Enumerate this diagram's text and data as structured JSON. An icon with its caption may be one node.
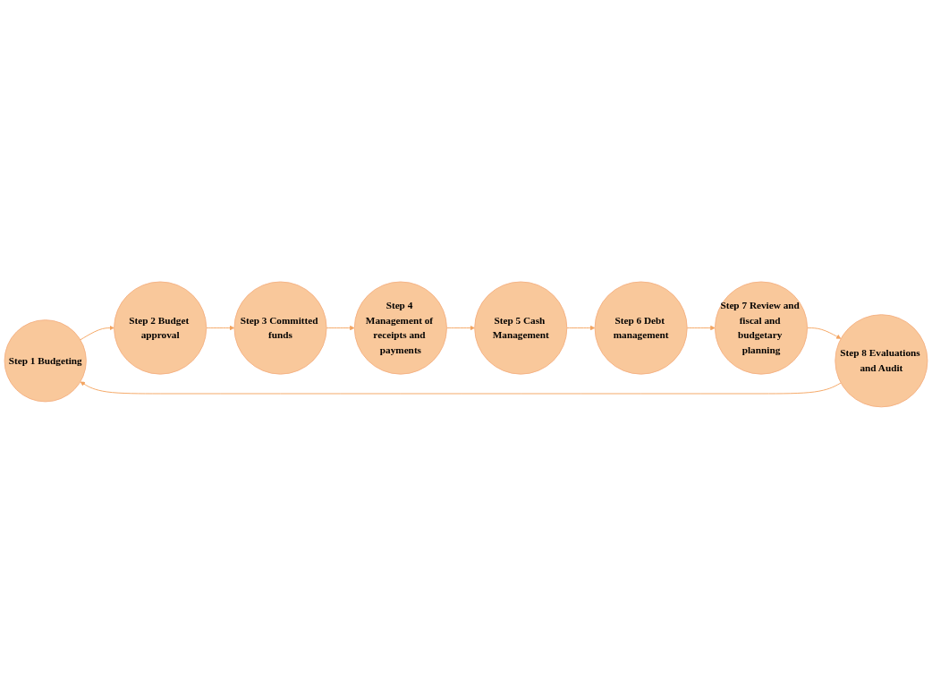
{
  "diagram": {
    "nodes": [
      {
        "text": [
          "Step 1 Budgeting"
        ]
      },
      {
        "text": [
          "Step 2 Budget approval"
        ]
      },
      {
        "text": [
          "Step 3 Committed funds"
        ]
      },
      {
        "text": [
          "Step 4 Management of receipts and payments"
        ]
      },
      {
        "text": [
          "Step 5 Cash Management"
        ]
      },
      {
        "text": [
          "Step 6 Debt management"
        ]
      },
      {
        "text": [
          "Step 7 Review and fiscal and budgetary planning"
        ]
      },
      {
        "text": [
          "Step 8 Evaluations and Audit"
        ]
      }
    ],
    "edges": [
      {
        "from": 0,
        "to": 1,
        "arrow": "to"
      },
      {
        "from": 1,
        "to": 2,
        "arrow": "to"
      },
      {
        "from": 2,
        "to": 3,
        "arrow": "to"
      },
      {
        "from": 3,
        "to": 4,
        "arrow": "to"
      },
      {
        "from": 4,
        "to": 5,
        "arrow": "to"
      },
      {
        "from": 5,
        "to": 6,
        "arrow": "to"
      },
      {
        "from": 6,
        "to": 7,
        "arrow": "to"
      },
      {
        "from": 7,
        "to": 0,
        "arrow": "to"
      }
    ]
  }
}
